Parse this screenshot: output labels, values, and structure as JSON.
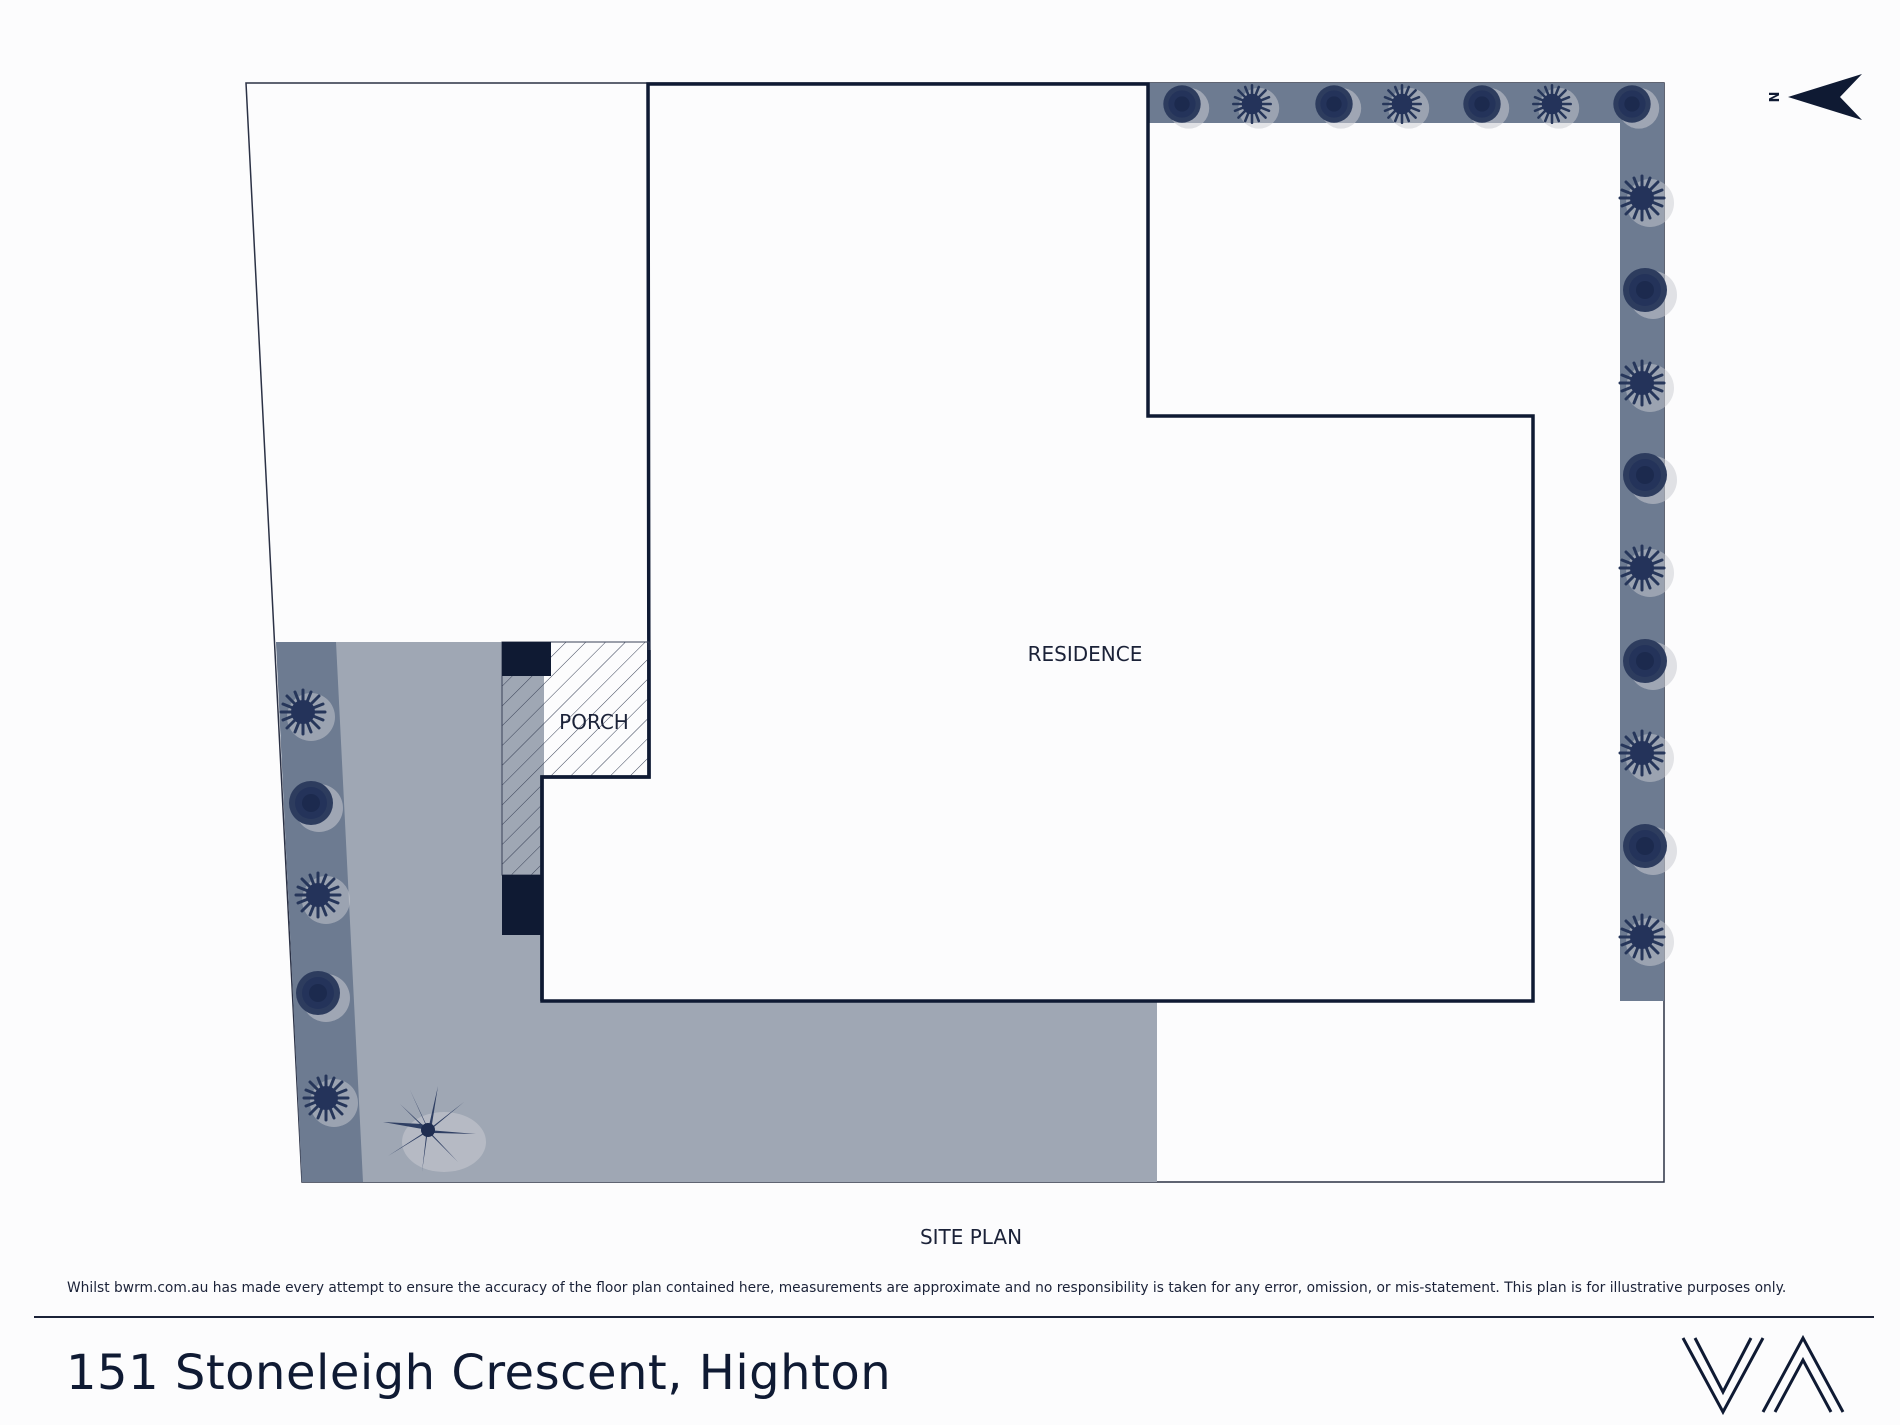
{
  "plan": {
    "labels": {
      "residence": "RESIDENCE",
      "porch": "PORCH",
      "site_plan": "SITE PLAN"
    },
    "compass_label": "N",
    "colors": {
      "outline": "#0f1a33",
      "paving": "#9fa7b4",
      "garden_strip": "#6d7b91",
      "plant": "#26365a",
      "background": "#fcfcfd"
    },
    "icons": [
      "north-arrow-icon",
      "shrub-icon",
      "agave-icon",
      "company-logo"
    ]
  },
  "disclaimer": "Whilst bwrm.com.au has made every attempt to ensure the accuracy of the floor plan contained here, measurements are approximate and no responsibility is taken for any error, omission, or mis-statement. This plan is for illustrative purposes only.",
  "address": "151 Stoneleigh Crescent, Highton"
}
